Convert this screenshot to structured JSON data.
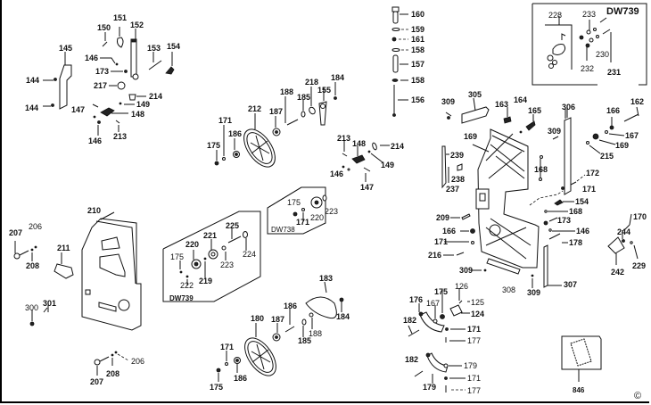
{
  "diagram": {
    "title": "Bandsaw exploded parts diagram",
    "copyright_symbol": "©",
    "groups": {
      "dw739_top": "DW739",
      "dw739_left": "DW739",
      "dw738": "DW738"
    },
    "labels": [
      {
        "id": "l150",
        "text": "150"
      },
      {
        "id": "l151",
        "text": "151"
      },
      {
        "id": "l152",
        "text": "152"
      },
      {
        "id": "l145",
        "text": "145"
      },
      {
        "id": "l146a",
        "text": "146"
      },
      {
        "id": "l153",
        "text": "153"
      },
      {
        "id": "l154a",
        "text": "154"
      },
      {
        "id": "l173a",
        "text": "173"
      },
      {
        "id": "l144a",
        "text": "144"
      },
      {
        "id": "l217",
        "text": "217"
      },
      {
        "id": "l214a",
        "text": "214"
      },
      {
        "id": "l149a",
        "text": "149"
      },
      {
        "id": "l144b",
        "text": "144"
      },
      {
        "id": "l147a",
        "text": "147"
      },
      {
        "id": "l148a",
        "text": "148"
      },
      {
        "id": "l146b",
        "text": "146"
      },
      {
        "id": "l213a",
        "text": "213"
      },
      {
        "id": "l160",
        "text": "160"
      },
      {
        "id": "l159",
        "text": "159"
      },
      {
        "id": "l161",
        "text": "161"
      },
      {
        "id": "l158a",
        "text": "158"
      },
      {
        "id": "l157",
        "text": "157"
      },
      {
        "id": "l158b",
        "text": "158"
      },
      {
        "id": "l156",
        "text": "156"
      },
      {
        "id": "l228",
        "text": "228"
      },
      {
        "id": "l233",
        "text": "233"
      },
      {
        "id": "l230",
        "text": "230"
      },
      {
        "id": "l232",
        "text": "232"
      },
      {
        "id": "l231",
        "text": "231"
      },
      {
        "id": "l218",
        "text": "218"
      },
      {
        "id": "l184a",
        "text": "184"
      },
      {
        "id": "l188a",
        "text": "188"
      },
      {
        "id": "l185a",
        "text": "185"
      },
      {
        "id": "l155",
        "text": "155"
      },
      {
        "id": "l212",
        "text": "212"
      },
      {
        "id": "l187a",
        "text": "187"
      },
      {
        "id": "l171a",
        "text": "171"
      },
      {
        "id": "l186a",
        "text": "186"
      },
      {
        "id": "l175a",
        "text": "175"
      },
      {
        "id": "l213b",
        "text": "213"
      },
      {
        "id": "l148b",
        "text": "148"
      },
      {
        "id": "l214b",
        "text": "214"
      },
      {
        "id": "l149b",
        "text": "149"
      },
      {
        "id": "l146c",
        "text": "146"
      },
      {
        "id": "l147b",
        "text": "147"
      },
      {
        "id": "l309a",
        "text": "309"
      },
      {
        "id": "l305",
        "text": "305"
      },
      {
        "id": "l163",
        "text": "163"
      },
      {
        "id": "l164",
        "text": "164"
      },
      {
        "id": "l165",
        "text": "165"
      },
      {
        "id": "l306",
        "text": "306"
      },
      {
        "id": "l162",
        "text": "162"
      },
      {
        "id": "l166a",
        "text": "166"
      },
      {
        "id": "l167a",
        "text": "167"
      },
      {
        "id": "l169a",
        "text": "169"
      },
      {
        "id": "l309b",
        "text": "309"
      },
      {
        "id": "l169b",
        "text": "169"
      },
      {
        "id": "l215",
        "text": "215"
      },
      {
        "id": "l239",
        "text": "239"
      },
      {
        "id": "l238",
        "text": "238"
      },
      {
        "id": "l237",
        "text": "237"
      },
      {
        "id": "l168a",
        "text": "168"
      },
      {
        "id": "l172",
        "text": "172"
      },
      {
        "id": "l171b",
        "text": "171"
      },
      {
        "id": "l154b",
        "text": "154"
      },
      {
        "id": "l168b",
        "text": "168"
      },
      {
        "id": "l209",
        "text": "209"
      },
      {
        "id": "l173b",
        "text": "173"
      },
      {
        "id": "l166b",
        "text": "166"
      },
      {
        "id": "l146d",
        "text": "146"
      },
      {
        "id": "l171c",
        "text": "171"
      },
      {
        "id": "l178",
        "text": "178"
      },
      {
        "id": "l216",
        "text": "216"
      },
      {
        "id": "l170",
        "text": "170"
      },
      {
        "id": "l244",
        "text": "244"
      },
      {
        "id": "l242",
        "text": "242"
      },
      {
        "id": "l229",
        "text": "229"
      },
      {
        "id": "l309c",
        "text": "309"
      },
      {
        "id": "l308",
        "text": "308"
      },
      {
        "id": "l309d",
        "text": "309"
      },
      {
        "id": "l307",
        "text": "307"
      },
      {
        "id": "l210",
        "text": "210"
      },
      {
        "id": "l206a",
        "text": "206"
      },
      {
        "id": "l207a",
        "text": "207"
      },
      {
        "id": "l211",
        "text": "211"
      },
      {
        "id": "l208a",
        "text": "208"
      },
      {
        "id": "l300",
        "text": "300"
      },
      {
        "id": "l301",
        "text": "301"
      },
      {
        "id": "l206b",
        "text": "206"
      },
      {
        "id": "l208b",
        "text": "208"
      },
      {
        "id": "l207b",
        "text": "207"
      },
      {
        "id": "l175b",
        "text": "175"
      },
      {
        "id": "l171d",
        "text": "171"
      },
      {
        "id": "l220a",
        "text": "220"
      },
      {
        "id": "l223a",
        "text": "223"
      },
      {
        "id": "l225",
        "text": "225"
      },
      {
        "id": "l221",
        "text": "221"
      },
      {
        "id": "l220b",
        "text": "220"
      },
      {
        "id": "l224",
        "text": "224"
      },
      {
        "id": "l175c",
        "text": "175"
      },
      {
        "id": "l223b",
        "text": "223"
      },
      {
        "id": "l222",
        "text": "222"
      },
      {
        "id": "l219",
        "text": "219"
      },
      {
        "id": "l183",
        "text": "183"
      },
      {
        "id": "l186b",
        "text": "186"
      },
      {
        "id": "l180",
        "text": "180"
      },
      {
        "id": "l187b",
        "text": "187"
      },
      {
        "id": "l184b",
        "text": "184"
      },
      {
        "id": "l188b",
        "text": "188"
      },
      {
        "id": "l185b",
        "text": "185"
      },
      {
        "id": "l171e",
        "text": "171"
      },
      {
        "id": "l186c",
        "text": "186"
      },
      {
        "id": "l175d",
        "text": "175"
      },
      {
        "id": "l176",
        "text": "176"
      },
      {
        "id": "l175e",
        "text": "175"
      },
      {
        "id": "l126",
        "text": "126"
      },
      {
        "id": "l125",
        "text": "125"
      },
      {
        "id": "l167b",
        "text": "167"
      },
      {
        "id": "l124",
        "text": "124"
      },
      {
        "id": "l182a",
        "text": "182"
      },
      {
        "id": "l171f",
        "text": "171"
      },
      {
        "id": "l177a",
        "text": "177"
      },
      {
        "id": "l182b",
        "text": "182"
      },
      {
        "id": "l179a",
        "text": "179"
      },
      {
        "id": "l179b",
        "text": "179"
      },
      {
        "id": "l171g",
        "text": "171"
      },
      {
        "id": "l177b",
        "text": "177"
      },
      {
        "id": "l846",
        "text": "846"
      }
    ]
  }
}
